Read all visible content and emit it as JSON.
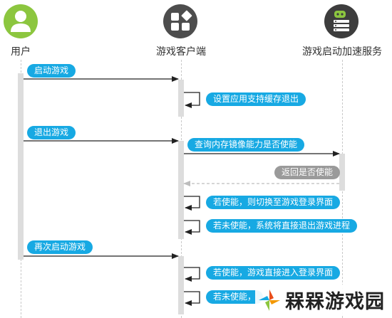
{
  "actors": [
    {
      "label": "用户",
      "icon": "user-icon",
      "color": "#8cc63f"
    },
    {
      "label": "游戏客户端",
      "icon": "app-grid-icon",
      "color": "#4d4d4d"
    },
    {
      "label": "游戏启动加速服务",
      "icon": "gamepad-server-icon",
      "color": "#3d3d3d"
    }
  ],
  "messages": [
    {
      "text": "启动游戏",
      "type": "call",
      "from": "用户",
      "to": "游戏客户端"
    },
    {
      "text": "设置应用支持缓存退出",
      "type": "self",
      "on": "游戏客户端"
    },
    {
      "text": "退出游戏",
      "type": "call",
      "from": "用户",
      "to": "游戏客户端"
    },
    {
      "text": "查询内存镜像能力是否使能",
      "type": "call",
      "from": "游戏客户端",
      "to": "游戏启动加速服务"
    },
    {
      "text": "返回是否使能",
      "type": "return",
      "from": "游戏启动加速服务",
      "to": "游戏客户端"
    },
    {
      "text": "若使能，则切换至游戏登录界面",
      "type": "self",
      "on": "游戏客户端"
    },
    {
      "text": "若未使能，系统将直接退出游戏进程",
      "type": "self",
      "on": "游戏客户端"
    },
    {
      "text": "再次启动游戏",
      "type": "call",
      "from": "用户",
      "to": "游戏客户端"
    },
    {
      "text": "若使能，游戏直接进入登录界面",
      "type": "self",
      "on": "游戏客户端"
    },
    {
      "text": "若未使能，",
      "type": "self",
      "on": "游戏客户端"
    }
  ],
  "colors": {
    "message_label": "#17a9e3",
    "return_label": "#9a9a9a",
    "arrow": "#222222",
    "return_arrow": "#bdbdbd"
  },
  "watermark": {
    "text": "槑槑游戏园",
    "icon": "watermark-logo-icon"
  }
}
